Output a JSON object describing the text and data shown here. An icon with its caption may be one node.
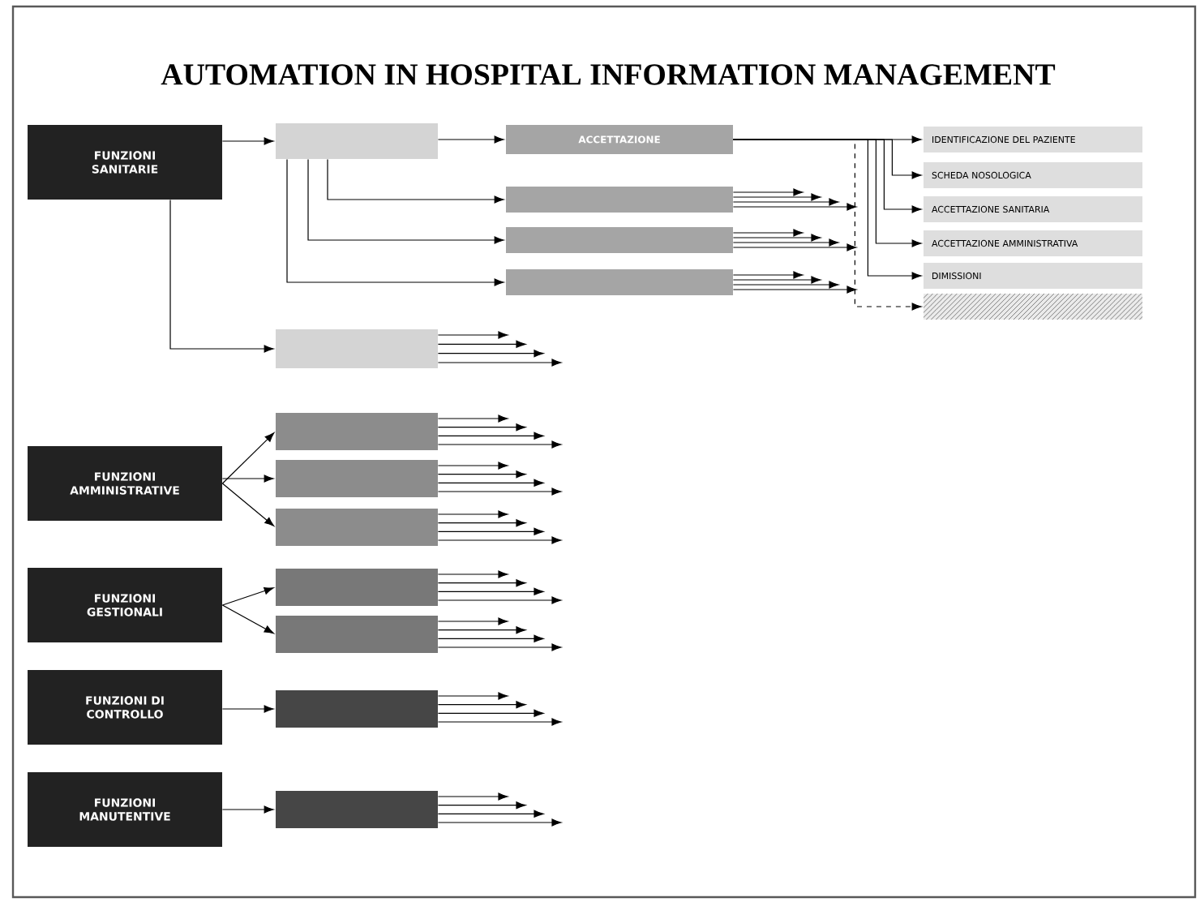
{
  "diagram": {
    "title": "AUTOMATION IN HOSPITAL INFORMATION MANAGEMENT",
    "nodes": [
      {
        "text": [
          "FUNZIONI SANITARIE"
        ]
      },
      {
        "text": [],
        "shape": "bar"
      },
      {
        "text": [
          "ACCETTAZIONE"
        ]
      },
      {
        "text": [],
        "shape": "bar"
      },
      {
        "text": [],
        "shape": "bar"
      },
      {
        "text": [],
        "shape": "bar"
      },
      {
        "text": [
          "IDENTIFICAZIONE DEL PAZIENTE"
        ]
      },
      {
        "text": [
          "SCHEDA NOSOLOGICA"
        ]
      },
      {
        "text": [
          "ACCETTAZIONE SANITARIA"
        ]
      },
      {
        "text": [
          "ACCETTAZIONE AMMINISTRATIVA"
        ]
      },
      {
        "text": [
          "DIMISSIONI"
        ]
      },
      {
        "text": [],
        "shape": "bar"
      },
      {
        "text": [],
        "shape": "bar"
      },
      {
        "text": [
          "FUNZIONI AMMINISTRATIVE"
        ]
      },
      {
        "text": [],
        "shape": "bar"
      },
      {
        "text": [],
        "shape": "bar"
      },
      {
        "text": [],
        "shape": "bar"
      },
      {
        "text": [
          "FUNZIONI GESTIONALI"
        ]
      },
      {
        "text": [],
        "shape": "bar"
      },
      {
        "text": [],
        "shape": "bar"
      },
      {
        "text": [
          "FUNZIONI DI CONTROLLO"
        ]
      },
      {
        "text": [],
        "shape": "bar"
      },
      {
        "text": [
          "FUNZIONI MANUTENTIVE"
        ]
      },
      {
        "text": [],
        "shape": "bar"
      }
    ],
    "edges": [
      {
        "from": 0,
        "to": 1,
        "arrow": "to"
      },
      {
        "from": 0,
        "to": 12,
        "arrow": "to"
      },
      {
        "from": 1,
        "to": 2,
        "arrow": "to"
      },
      {
        "from": 1,
        "to": 3,
        "arrow": "to"
      },
      {
        "from": 1,
        "to": 4,
        "arrow": "to"
      },
      {
        "from": 1,
        "to": 5,
        "arrow": "to"
      },
      {
        "from": 2,
        "to": 6,
        "arrow": "to"
      },
      {
        "from": 2,
        "to": 7,
        "arrow": "to"
      },
      {
        "from": 2,
        "to": 8,
        "arrow": "to"
      },
      {
        "from": 2,
        "to": 9,
        "arrow": "to"
      },
      {
        "from": 2,
        "to": 10,
        "arrow": "to"
      },
      {
        "from": 2,
        "to": 11,
        "arrow": "to",
        "style": "dashed"
      },
      {
        "from": 13,
        "to": 14,
        "arrow": "to"
      },
      {
        "from": 13,
        "to": 15,
        "arrow": "to"
      },
      {
        "from": 13,
        "to": 16,
        "arrow": "to"
      },
      {
        "from": 17,
        "to": 18,
        "arrow": "to"
      },
      {
        "from": 17,
        "to": 19,
        "arrow": "to"
      },
      {
        "from": 20,
        "to": 21,
        "arrow": "to"
      },
      {
        "from": 22,
        "to": 23,
        "arrow": "to"
      },
      {
        "from": 3,
        "to": null,
        "arrow": "to"
      },
      {
        "from": 3,
        "to": null,
        "arrow": "to"
      },
      {
        "from": 3,
        "to": null,
        "arrow": "to"
      },
      {
        "from": 3,
        "to": null,
        "arrow": "to"
      },
      {
        "from": 4,
        "to": null,
        "arrow": "to"
      },
      {
        "from": 4,
        "to": null,
        "arrow": "to"
      },
      {
        "from": 4,
        "to": null,
        "arrow": "to"
      },
      {
        "from": 4,
        "to": null,
        "arrow": "to"
      },
      {
        "from": 5,
        "to": null,
        "arrow": "to"
      },
      {
        "from": 5,
        "to": null,
        "arrow": "to"
      },
      {
        "from": 5,
        "to": null,
        "arrow": "to"
      },
      {
        "from": 5,
        "to": null,
        "arrow": "to"
      },
      {
        "from": 12,
        "to": null,
        "arrow": "to"
      },
      {
        "from": 12,
        "to": null,
        "arrow": "to"
      },
      {
        "from": 12,
        "to": null,
        "arrow": "to"
      },
      {
        "from": 12,
        "to": null,
        "arrow": "to"
      },
      {
        "from": 14,
        "to": null,
        "arrow": "to"
      },
      {
        "from": 14,
        "to": null,
        "arrow": "to"
      },
      {
        "from": 14,
        "to": null,
        "arrow": "to"
      },
      {
        "from": 14,
        "to": null,
        "arrow": "to"
      },
      {
        "from": 15,
        "to": null,
        "arrow": "to"
      },
      {
        "from": 15,
        "to": null,
        "arrow": "to"
      },
      {
        "from": 15,
        "to": null,
        "arrow": "to"
      },
      {
        "from": 15,
        "to": null,
        "arrow": "to"
      },
      {
        "from": 16,
        "to": null,
        "arrow": "to"
      },
      {
        "from": 16,
        "to": null,
        "arrow": "to"
      },
      {
        "from": 16,
        "to": null,
        "arrow": "to"
      },
      {
        "from": 16,
        "to": null,
        "arrow": "to"
      },
      {
        "from": 18,
        "to": null,
        "arrow": "to"
      },
      {
        "from": 18,
        "to": null,
        "arrow": "to"
      },
      {
        "from": 18,
        "to": null,
        "arrow": "to"
      },
      {
        "from": 18,
        "to": null,
        "arrow": "to"
      },
      {
        "from": 19,
        "to": null,
        "arrow": "to"
      },
      {
        "from": 19,
        "to": null,
        "arrow": "to"
      },
      {
        "from": 19,
        "to": null,
        "arrow": "to"
      },
      {
        "from": 19,
        "to": null,
        "arrow": "to"
      },
      {
        "from": 21,
        "to": null,
        "arrow": "to"
      },
      {
        "from": 21,
        "to": null,
        "arrow": "to"
      },
      {
        "from": 21,
        "to": null,
        "arrow": "to"
      },
      {
        "from": 21,
        "to": null,
        "arrow": "to"
      },
      {
        "from": 23,
        "to": null,
        "arrow": "to"
      },
      {
        "from": 23,
        "to": null,
        "arrow": "to"
      },
      {
        "from": 23,
        "to": null,
        "arrow": "to"
      },
      {
        "from": 23,
        "to": null,
        "arrow": "to"
      }
    ]
  }
}
